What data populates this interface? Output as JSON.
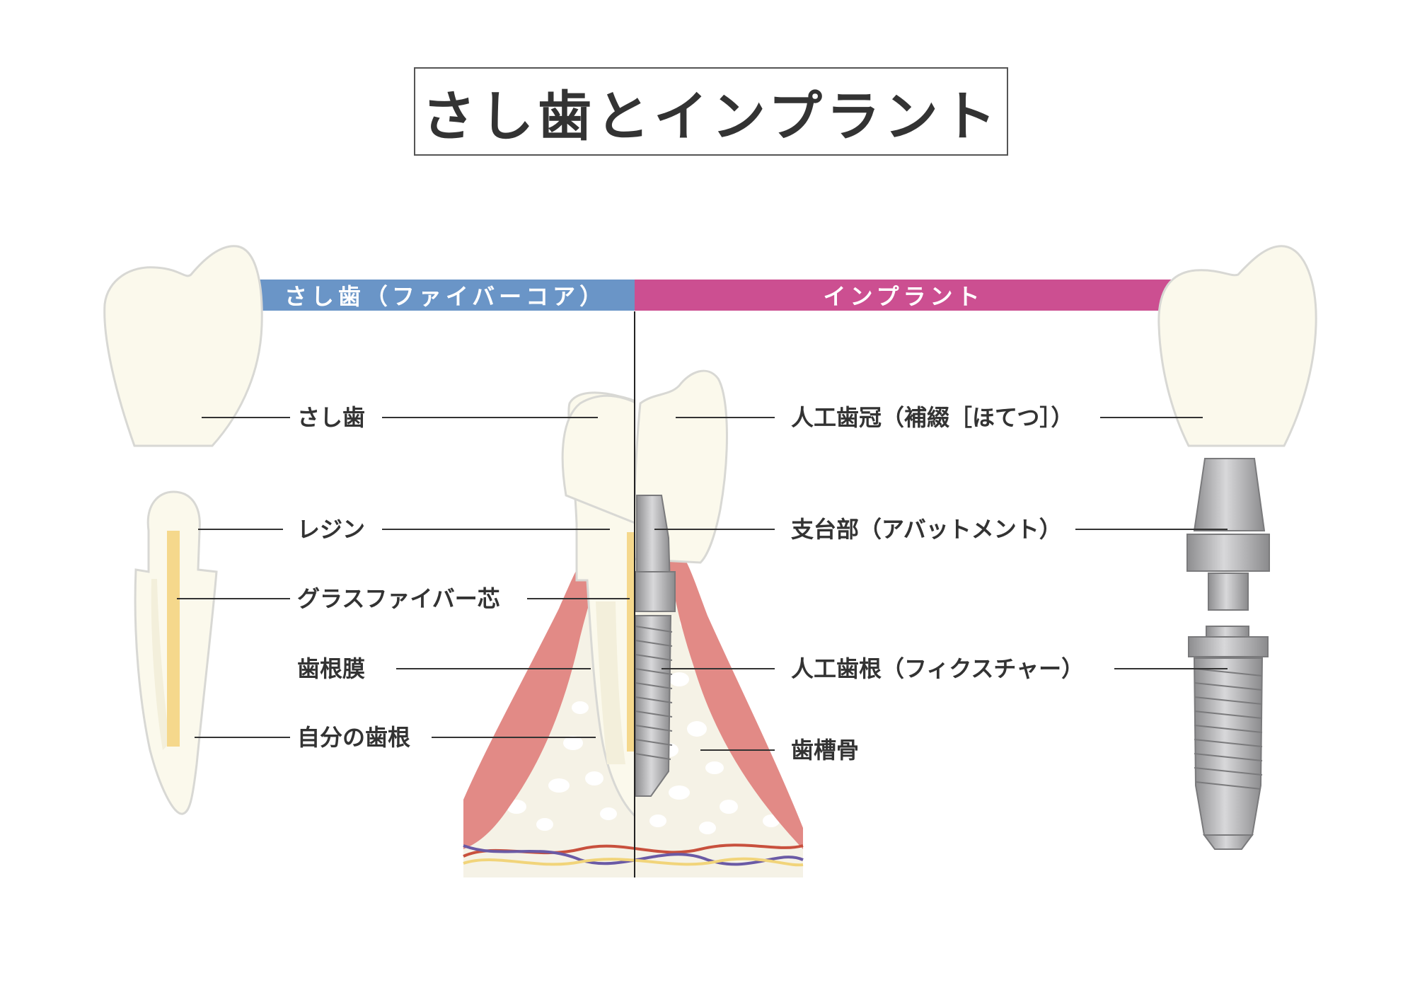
{
  "title": "さし歯とインプラント",
  "bands": {
    "left": "さし歯（ファイバーコア）",
    "right": "インプラント"
  },
  "labels": {
    "crown": "さし歯",
    "resin": "レジン",
    "fiber_core": "グラスファイバー芯",
    "ligament": "歯根膜",
    "own_root": "自分の歯根",
    "artificial_crown": "人工歯冠（補綴［ほてつ］）",
    "abutment": "支台部（アバットメント）",
    "fixture": "人工歯根（フィクスチャー）",
    "alveolar_bone": "歯槽骨"
  },
  "colors": {
    "enamel": "#fbf9ec",
    "enamel_outline": "#d8d8d4",
    "fiber": "#f5d88c",
    "gum": "#e28a86",
    "gum_inner": "#f0b0a6",
    "bone": "#f5f2e6",
    "bone_cell": "#ffffff",
    "metal": "#a9a9ab",
    "metal_dark": "#7a7a7c",
    "band_left": "#6a95c7",
    "band_right": "#cc4f91",
    "nerve_red": "#c8503d",
    "nerve_blue": "#6a5aa5",
    "nerve_yellow": "#f1d47a"
  },
  "icons": [
    "tooth-crown-icon",
    "tooth-root-icon",
    "abutment-icon",
    "implant-screw-icon"
  ]
}
